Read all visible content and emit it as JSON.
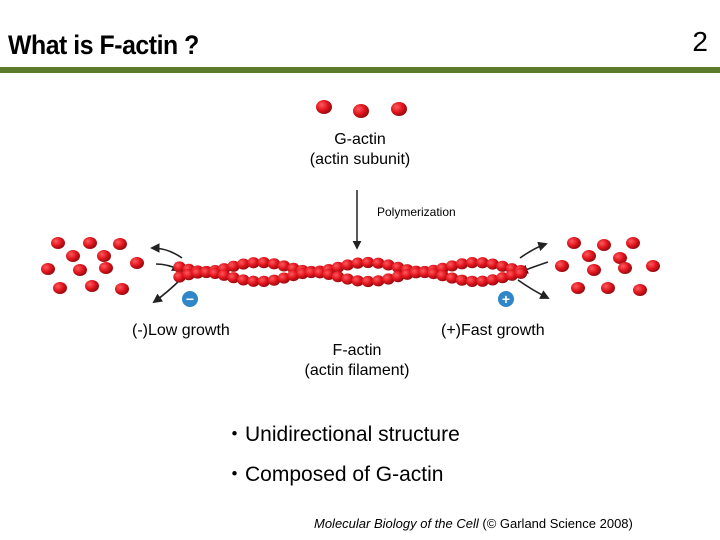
{
  "header": {
    "title": "What is F-actin ?",
    "slide_number": "2"
  },
  "diagram": {
    "g_actin_label_line1": "G-actin",
    "g_actin_label_line2": "(actin subunit)",
    "polymerization_label": "Polymerization",
    "minus_end_label": "(-)Low growth",
    "plus_end_label": "(+)Fast growth",
    "f_actin_label_line1": "F-actin",
    "f_actin_label_line2": "(actin filament)",
    "minus_symbol": "−",
    "plus_symbol": "+",
    "colors": {
      "subunit": "#e0141c",
      "subunit_dark": "#9b0a10",
      "end_marker": "#2f86c8",
      "arrow": "#222222",
      "title_rule": "#5c7a2c"
    }
  },
  "bullets": [
    "・Unidirectional structure",
    "・Composed of G-actin"
  ],
  "citation": {
    "book": "Molecular Biology of the Cell",
    "rest": " (© Garland Science 2008)"
  }
}
